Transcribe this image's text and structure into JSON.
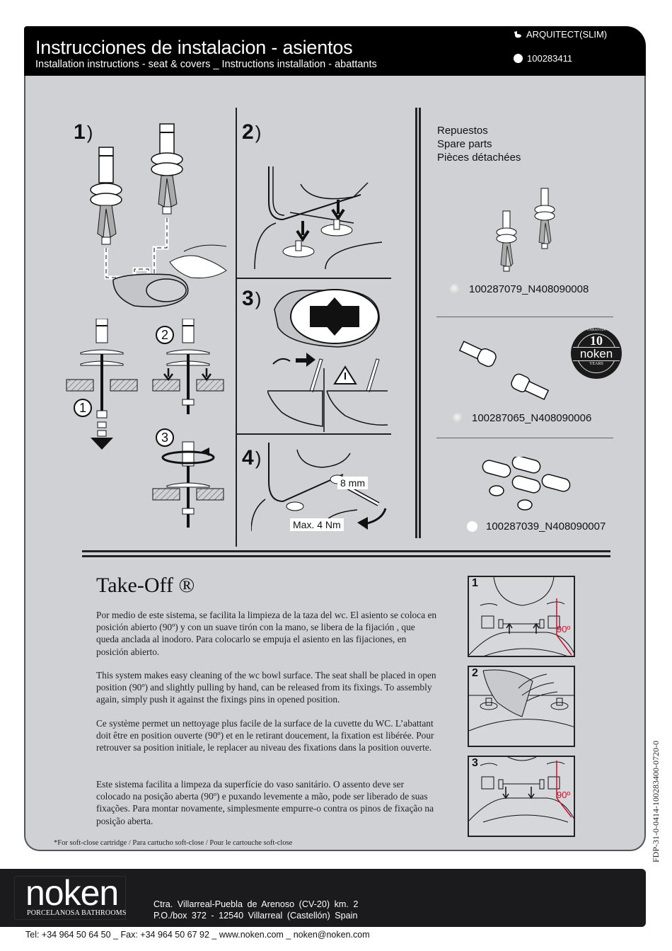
{
  "header": {
    "title": "Instrucciones de instalacion - asientos",
    "subtitle": "Installation instructions - seat & covers _ Instructions installation - abattants",
    "model": "ARQUITECT(SLIM)",
    "product_code": "100283411"
  },
  "steps": {
    "step1": {
      "number": "1",
      "sub_steps": [
        "1",
        "2",
        "3"
      ]
    },
    "step2": {
      "number": "2"
    },
    "step3": {
      "number": "3"
    },
    "step4": {
      "number": "4",
      "wrench_size": "8 mm",
      "torque": "Max. 4 Nm"
    }
  },
  "spare_parts": {
    "heading": [
      "Repuestos",
      "Spare parts",
      "Pièces détachées"
    ],
    "items": [
      {
        "code": "100287079_N408090008",
        "finish": "chrome"
      },
      {
        "code": "100287065_N408090006",
        "finish": "chrome"
      },
      {
        "code": "100287039_N408090007",
        "finish": "white"
      }
    ],
    "warranty": {
      "top": "GARANTIA",
      "years": "10",
      "brand": "noken",
      "bottom": "YEARS"
    }
  },
  "takeoff": {
    "title": "Take-Off ®",
    "paragraphs": [
      "Por medio de este sistema, se facilita la limpieza de la taza del wc.  El asiento se coloca en posición abierto (90º) y con un suave tirón con la mano, se libera de la fijación , que queda anclada al inodoro. Para colocarlo se empuja el asiento en las fijaciones, en posición abierto.",
      "This system makes easy cleaning of the wc bowl surface. The seat shall be placed in open position (90º) and slightly pulling by hand, can be released from its fixings. To assembly again, simply push it against the fixings pins in opened position.",
      "Ce système permet un nettoyage plus facile de la surface de la cuvette du WC. L’abattant doit être en position ouverte (90º) et en le retirant doucement, la fixation est libérée. Pour retrouver sa position initiale, le replacer au niveau des fixations dans la position ouverte.",
      "Este sistema facilita a limpeza da superfície do vaso sanitário. O assento deve ser colocado na posição aberta (90º) e puxando levemente a mão, pode ser liberado de suas fixações. Para montar novamente, simplesmente empurre-o contra os pinos de fixação na posição aberta."
    ],
    "diagrams": [
      {
        "number": "1",
        "angle": "90º"
      },
      {
        "number": "2"
      },
      {
        "number": "3",
        "angle": "90º"
      }
    ],
    "footnote": "*For soft-close cartridge / Para cartucho soft-close / Pour le cartouche soft-close"
  },
  "document_code": "FDP-31-0-0414-100283400-0720-0",
  "footer": {
    "logo": "noken",
    "logo_sub": "PORCELANOSA BATHROOMS",
    "address_line1": "Ctra. Villarreal-Puebla de Arenoso (CV-20) km. 2",
    "address_line2": "P.O./box 372 - 12540 Villarreal (Castellón) Spain",
    "contact": "Tel:  +34 964 50 64 50 _ Fax: +34 964 50 67 92 _ www.noken.com _ noken@noken.com"
  },
  "colors": {
    "header_bg": "#000000",
    "panel_bg": "#d0d1d5",
    "footer_bg": "#1b1a1c",
    "angle_red": "#c8102e"
  }
}
